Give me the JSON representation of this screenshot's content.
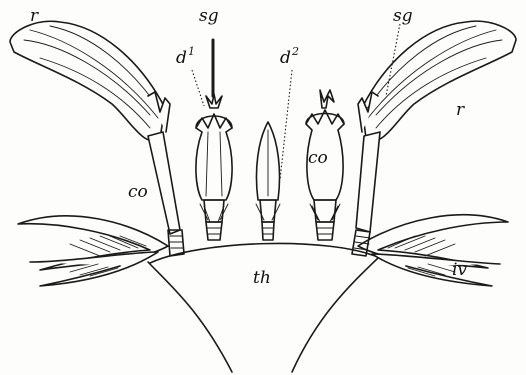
{
  "labels": {
    "r_left": "r",
    "r_right": "r",
    "sg_left": "sg",
    "sg_right": "sg",
    "d1_base": "d",
    "d1_sup": "1",
    "d2_base": "d",
    "d2_sup": "2",
    "co_left": "co",
    "co_middle": "co",
    "th": "th",
    "iv": "iv"
  }
}
